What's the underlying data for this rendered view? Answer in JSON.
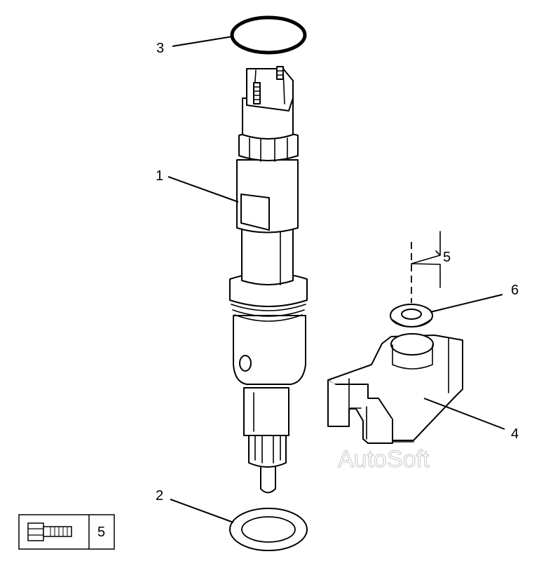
{
  "callouts": {
    "injector": "1",
    "lower_seal": "2",
    "upper_o_ring": "3",
    "clamp": "4",
    "bolt": "5",
    "washer": "6"
  },
  "legend": {
    "bolt_ref": "5"
  },
  "watermark": "AutoSoft"
}
